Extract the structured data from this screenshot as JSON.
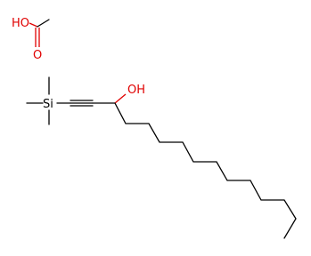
{
  "acetic_acid": {
    "hydroxyl_label": "HO",
    "carbonyl_o_label": "O"
  },
  "main_molecule": {
    "silicon_label": "Si",
    "hydroxyl_label": "OH"
  },
  "colors": {
    "bond": "#000000",
    "oxygen": "#e00000"
  }
}
